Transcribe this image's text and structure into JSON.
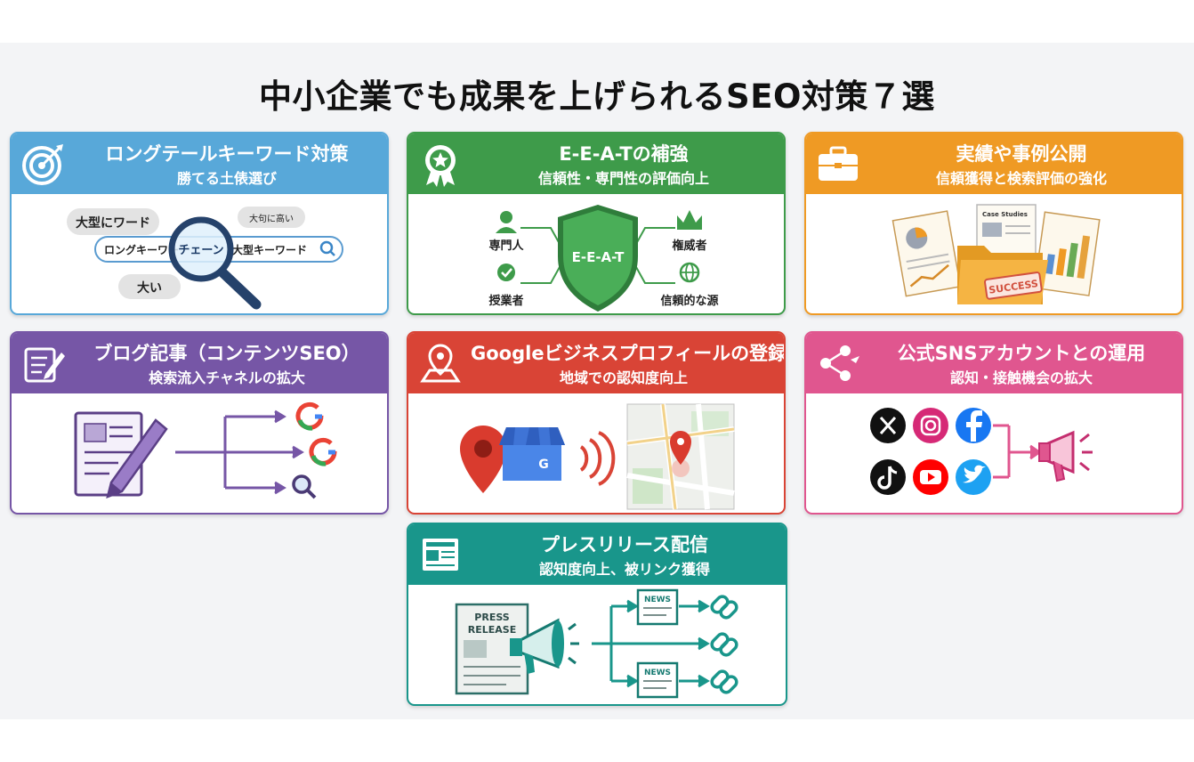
{
  "title": "中小企業でも成果を上げられるSEO対策７選",
  "colors": {
    "blue": "#58a8d9",
    "green": "#3e9b4a",
    "orange": "#ef9a24",
    "purple": "#7656a6",
    "red": "#d94436",
    "pink": "#e0568f",
    "teal": "#19968b"
  },
  "cards": [
    {
      "title": "ロングテールキーワード対策",
      "subtitle": "勝てる土俵選び",
      "icon": "target-icon",
      "labels": {
        "bubble_big": "大型にワード",
        "bubble_small": "大句に高い",
        "bubble_low": "大い",
        "search_left": "ロングキーワー",
        "search_mid": "チェーン",
        "search_right": "大型キーワード"
      }
    },
    {
      "title": "E-E-A-Tの補強",
      "subtitle": "信頼性・専門性の評価向上",
      "icon": "award-ribbon-icon",
      "labels": {
        "shield": "E-E-A-T",
        "expert": "専門人",
        "authority": "権威者",
        "supervisor": "授業者",
        "trust": "信頼的な源"
      }
    },
    {
      "title": "実績や事例公開",
      "subtitle": "信頼獲得と検索評価の強化",
      "icon": "briefcase-icon",
      "labels": {
        "case": "Case Studies",
        "success": "SUCCESS"
      }
    },
    {
      "title": "ブログ記事（コンテンツSEO）",
      "subtitle": "検索流入チャネルの拡大",
      "icon": "blog-edit-icon"
    },
    {
      "title": "Googleビジネスプロフィールの登録",
      "subtitle": "地域での認知度向上",
      "icon": "map-pin-icon"
    },
    {
      "title": "公式SNSアカウントとの運用",
      "subtitle": "認知・接触機会の拡大",
      "icon": "social-network-icon"
    },
    {
      "title": "プレスリリース配信",
      "subtitle": "認知度向上、被リンク獲得",
      "icon": "newspaper-icon",
      "labels": {
        "press": "PRESS",
        "release": "RELEASE",
        "news": "NEWS"
      }
    }
  ]
}
